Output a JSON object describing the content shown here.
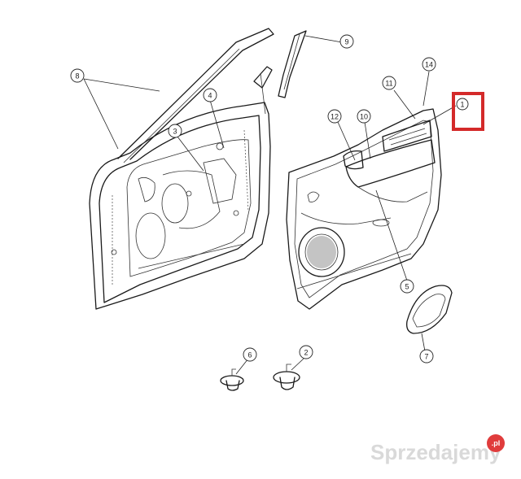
{
  "diagram": {
    "callouts": [
      {
        "id": "c1",
        "label": "1"
      },
      {
        "id": "c2",
        "label": "2"
      },
      {
        "id": "c3",
        "label": "3"
      },
      {
        "id": "c4",
        "label": "4"
      },
      {
        "id": "c5",
        "label": "5"
      },
      {
        "id": "c6",
        "label": "6"
      },
      {
        "id": "c7",
        "label": "7"
      },
      {
        "id": "c8",
        "label": "8"
      },
      {
        "id": "c9",
        "label": "9"
      },
      {
        "id": "c10",
        "label": "10"
      },
      {
        "id": "c11",
        "label": "11"
      },
      {
        "id": "c12",
        "label": "12"
      },
      {
        "id": "c14",
        "label": "14"
      }
    ],
    "highlight_color": "#d42a2a"
  },
  "watermark": {
    "brand": "Sprzedajemy",
    "tld": ".pl"
  }
}
